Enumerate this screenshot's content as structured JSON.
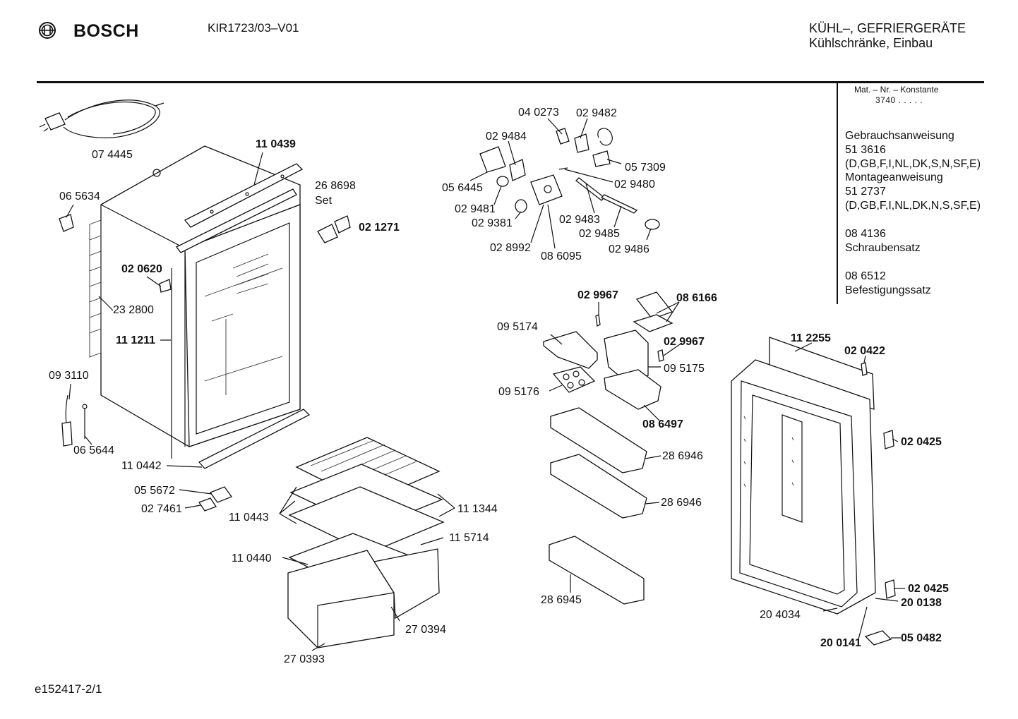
{
  "header": {
    "brand": "BOSCH",
    "model": "KIR1723/03–V01",
    "category_line1": "KÜHL–, GEFRIERGERÄTE",
    "category_line2": "Kühlschränke, Einbau"
  },
  "sidebar": {
    "mat_label": "Mat. – Nr. – Konstante",
    "mat_value": "3740  .  .  .  .  .",
    "docs": [
      "Gebrauchsanweisung",
      "51 3616",
      "(D,GB,F,I,NL,DK,S,N,SF,E)",
      "Montageanweisung",
      "51 2737",
      "(D,GB,F,I,NL,DK,N,S,SF,E)",
      "08 4136",
      "Schraubensatz",
      "08 6512",
      "Befestigungssatz"
    ]
  },
  "parts": {
    "p074445": "07 4445",
    "p110439": "11 0439",
    "p268698": "26 8698",
    "set": "Set",
    "p021271": "02 1271",
    "p065634": "06 5634",
    "p020620": "02 0620",
    "p232800": "23 2800",
    "p111211": "11 1211",
    "p093110": "09 3110",
    "p065644": "06 5644",
    "p110442": "11 0442",
    "p055672": "05 5672",
    "p027461": "02 7461",
    "p110443": "11 0443",
    "p111344": "11 1344",
    "p115714": "11 5714",
    "p110440": "11 0440",
    "p270394": "27 0394",
    "p270393": "27 0393",
    "p040273": "04 0273",
    "p029482": "02 9482",
    "p029484": "02 9484",
    "p056445": "05 6445",
    "p057309": "05 7309",
    "p029480": "02 9480",
    "p029481": "02 9481",
    "p029381": "02 9381",
    "p029483": "02 9483",
    "p029485": "02 9485",
    "p029486": "02 9486",
    "p028992": "02 8992",
    "p086095": "08 6095",
    "p029967a": "02 9967",
    "p086166": "08 6166",
    "p095174": "09 5174",
    "p029967b": "02 9967",
    "p095175": "09 5175",
    "p095176": "09 5176",
    "p086497": "08 6497",
    "p286946a": "28 6946",
    "p286946b": "28 6946",
    "p286945": "28 6945",
    "p112255": "11 2255",
    "p020422": "02 0422",
    "p020425a": "02 0425",
    "p020425b": "02 0425",
    "p200138": "20 0138",
    "p204034": "20 4034",
    "p200141": "20 0141",
    "p050482": "05 0482"
  },
  "footer": {
    "code": "e152417-2/1"
  }
}
